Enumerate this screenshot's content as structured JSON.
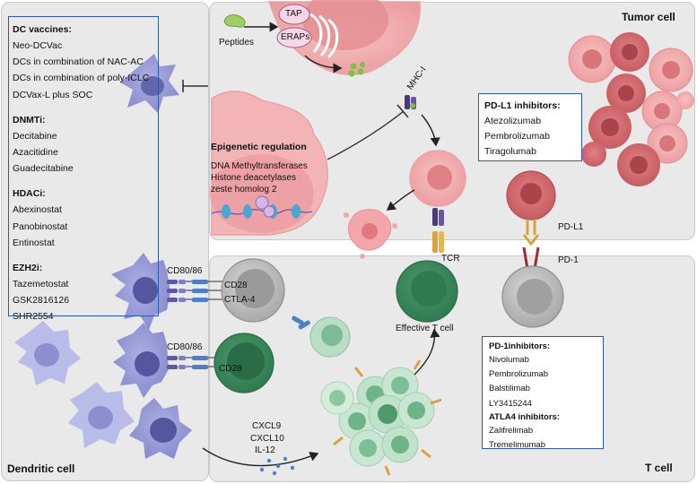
{
  "panels": {
    "tumor_title": "Tumor cell",
    "tcell_title": "T cell",
    "dendritic_title": "Dendritic cell"
  },
  "dc_box": {
    "sections": [
      {
        "heading": "DC vaccines:",
        "items": [
          "Neo-DCVac",
          "DCs in combination of NAC-AC",
          "DCs in combination of poly-ICLC",
          "DCVax-L plus SOC"
        ]
      },
      {
        "heading": "DNMTi:",
        "items": [
          "Decitabine",
          "Azacitidine",
          "Guadecitabine"
        ]
      },
      {
        "heading": "HDACi:",
        "items": [
          "Abexinostat",
          "Panobinostat",
          "Entinostat"
        ]
      },
      {
        "heading": "EZH2i:",
        "items": [
          "Tazemetostat",
          "GSK2816126",
          "SHR2554"
        ]
      }
    ]
  },
  "pdl1_box": {
    "heading": "PD-L1 inhibitors:",
    "items": [
      "Atezolizumab",
      "Pembrolizumab",
      "Tiragolumab"
    ]
  },
  "pd1_box": {
    "heading": "PD-1inhibitors:",
    "items": [
      "Nivolumab",
      "Pembrolizumab",
      "Balstilimab",
      "LY3415244"
    ],
    "heading2": "ATLA4 inhibitors:",
    "items2": [
      "Zalifrelimab",
      "Tremelimumab"
    ]
  },
  "epigenetic": {
    "heading": "Epigenetic regulation",
    "items": [
      "DNA Methyltransferases",
      "Histone deacetylases",
      "zeste homolog 2"
    ]
  },
  "labels": {
    "peptides": "Peptides",
    "tap": "TAP",
    "eraps": "ERAPs",
    "mhc": "MHC-I",
    "pdl1": "PD-L1",
    "pd1": "PD-1",
    "tcr": "TCR",
    "effective_t": "Effective T cell",
    "cd80_1": "CD80/86",
    "cd80_2": "CD80/86",
    "cd28_1": "CD28",
    "cd28_2": "CD28",
    "ctla4": "CTLA-4",
    "cxcl9": "CXCL9",
    "cxcl10": "CXCL10",
    "il12": "IL-12"
  },
  "colors": {
    "panel_bg": "#e9e9ea",
    "box_border": "#2e58a8",
    "tumor_pink": "#f2b4b4",
    "tumor_dark": "#c65a60",
    "dendritic_purple": "#9f9fd6",
    "tcell_green": "#6fb389"
  }
}
